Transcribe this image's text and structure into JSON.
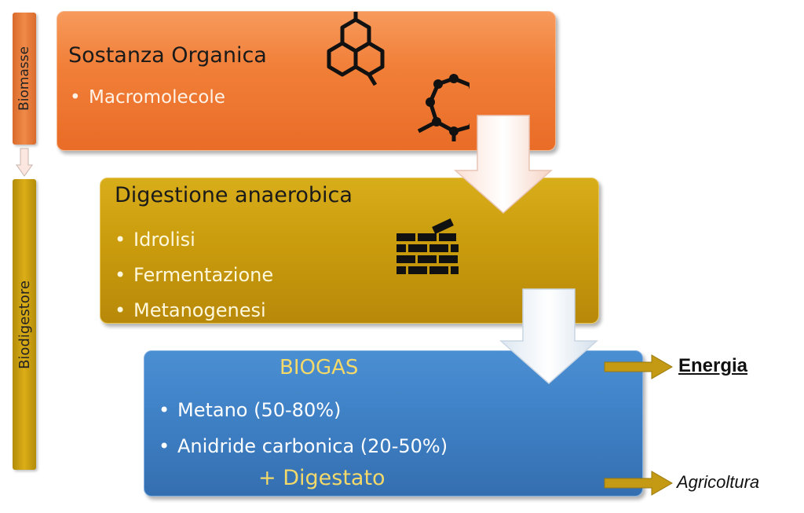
{
  "sidebars": {
    "biomasse": "Biomasse",
    "biodigestore": "Biodigestore"
  },
  "organic": {
    "title": "Sostanza Organica",
    "bullets": [
      "Macromolecole"
    ],
    "icon": "molecule-icon"
  },
  "digestion": {
    "title": "Digestione anaerobica",
    "bullets": [
      "Idrolisi",
      "Fermentazione",
      "Metanogenesi"
    ],
    "icon": "brick-wall-icon"
  },
  "biogas": {
    "title": "BIOGAS",
    "bullets": [
      "Metano (50-80%)",
      "Anidride carbonica (20-50%)"
    ],
    "digestate": "+ Digestato"
  },
  "outputs": {
    "energy": "Energia",
    "agriculture": "Agricoltura"
  },
  "colors": {
    "organic": "#f17f38",
    "digestion": "#c89a0c",
    "biogas": "#3e7fc4",
    "accent_text": "#f3d96a"
  }
}
